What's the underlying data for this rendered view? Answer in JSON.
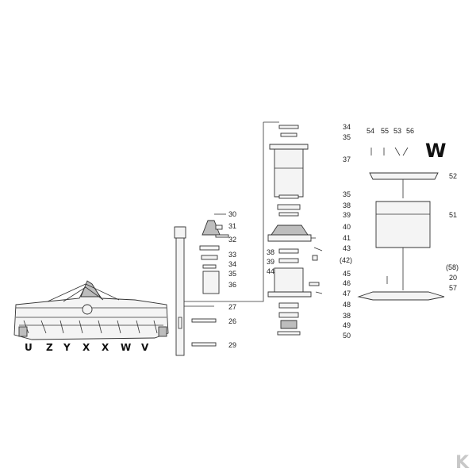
{
  "diagram": {
    "group_letter": "W",
    "watermark_letter": "K",
    "machine_position_letters": [
      "U",
      "Z",
      "Y",
      "X",
      "X",
      "W",
      "V"
    ],
    "part_labels": {
      "p20": "20",
      "p26": "26",
      "p27": "27",
      "p29": "29",
      "p30": "30",
      "p31": "31",
      "p32": "32",
      "p33": "33",
      "p34a": "34",
      "p35a": "35",
      "p36": "36",
      "p34b": "34",
      "p35b": "35",
      "p37": "37",
      "p35c": "35",
      "p38a": "38",
      "p39a": "39",
      "p40": "40",
      "p41": "41",
      "p43": "43",
      "p42": "(42)",
      "p38b": "38",
      "p39b": "39",
      "p44": "44",
      "p45": "45",
      "p46": "46",
      "p47": "47",
      "p48": "48",
      "p38c": "38",
      "p49": "49",
      "p50": "50",
      "p54": "54",
      "p55": "55",
      "p53": "53",
      "p56": "56",
      "p52": "52",
      "p51": "51",
      "p58": "(58)",
      "p57": "57"
    }
  }
}
